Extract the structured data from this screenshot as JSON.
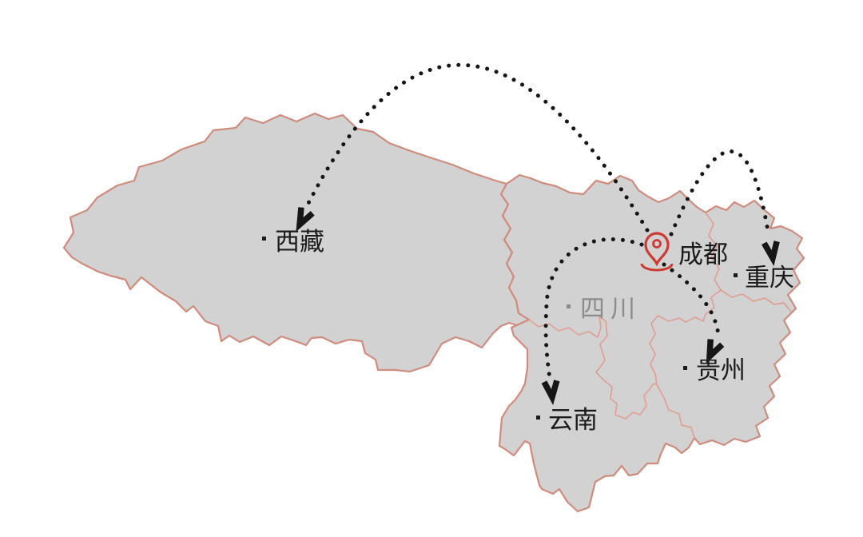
{
  "colors": {
    "region_fill": "#d2d2d2",
    "border": "#cf8b7c",
    "inner_border": "#dfa093",
    "route": "#161616",
    "pin_red": "#cd3a32",
    "label_dark": "#1b1b1b",
    "label_muted": "#8c8c8c",
    "page_bg": "#ffffff"
  },
  "map": {
    "type": "schematic-province-map",
    "labels": {
      "xizang": "西藏",
      "sichuan": "四川",
      "chongqing": "重庆",
      "guizhou": "贵州",
      "yunnan": "云南",
      "chengdu": "成都"
    },
    "origin_city": "成都",
    "origin_marker": "location-pin-icon",
    "routes": [
      {
        "from": "chengdu",
        "to": "xizang",
        "style": "dotted-arc-arrow"
      },
      {
        "from": "chengdu",
        "to": "chongqing",
        "style": "dotted-arc-arrow"
      },
      {
        "from": "chengdu",
        "to": "yunnan",
        "style": "dotted-arc-arrow"
      },
      {
        "from": "chengdu",
        "to": "guizhou",
        "style": "dotted-arc-arrow"
      }
    ]
  }
}
